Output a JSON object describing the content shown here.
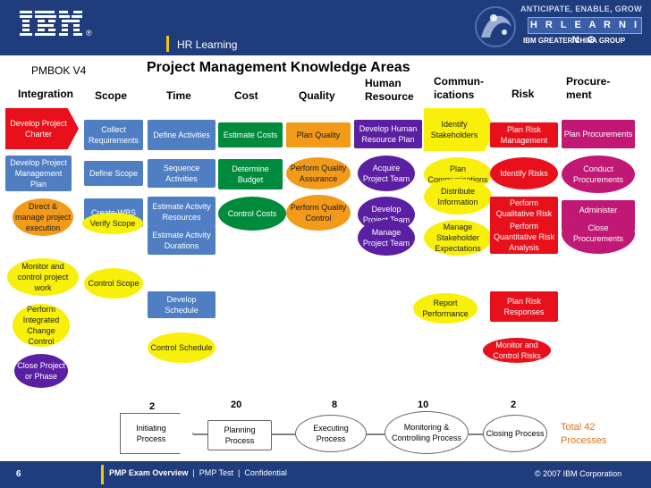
{
  "header": {
    "logo": "IBM",
    "title": "HR Learning",
    "tagline": "ANTICIPATE, ENABLE, GROW",
    "badge": "H R   L E A R N I N G",
    "group": "IBM GREATER CHINA GROUP"
  },
  "slide": {
    "corner_label": "PMBOK V4",
    "title": "Project Management Knowledge Areas"
  },
  "areas": [
    {
      "label": "Integration"
    },
    {
      "label": "Scope"
    },
    {
      "label": "Time"
    },
    {
      "label": "Cost"
    },
    {
      "label": "Quality"
    },
    {
      "label": "Human Resource"
    },
    {
      "label": "Commun-ications"
    },
    {
      "label": "Risk"
    },
    {
      "label": "Procure-ment"
    }
  ],
  "processes": [
    {
      "label": "Develop Project Charter",
      "group": "Initiating"
    },
    {
      "label": "Develop Project Management Plan",
      "group": "Planning"
    },
    {
      "label": "Direct & manage project execution",
      "group": "Executing"
    },
    {
      "label": "Monitor and control project work",
      "group": "Monitoring & Controlling"
    },
    {
      "label": "Perform Integrated Change Control",
      "group": "Monitoring & Controlling"
    },
    {
      "label": "Close Project or Phase",
      "group": "Closing"
    },
    {
      "label": "Collect Requirements",
      "group": "Planning"
    },
    {
      "label": "Define Scope",
      "group": "Planning"
    },
    {
      "label": "Create WBS",
      "group": "Planning"
    },
    {
      "label": "Verify Scope",
      "group": "Monitoring & Controlling"
    },
    {
      "label": "Control Scope",
      "group": "Monitoring & Controlling"
    },
    {
      "label": "Define Activities",
      "group": "Planning"
    },
    {
      "label": "Sequence Activities",
      "group": "Planning"
    },
    {
      "label": "Estimate Activity Resources",
      "group": "Planning"
    },
    {
      "label": "Estimate Activity Durations",
      "group": "Planning"
    },
    {
      "label": "Develop Schedule",
      "group": "Planning"
    },
    {
      "label": "Control Schedule",
      "group": "Monitoring & Controlling"
    },
    {
      "label": "Estimate Costs",
      "group": "Planning"
    },
    {
      "label": "Determine Budget",
      "group": "Planning"
    },
    {
      "label": "Control Costs",
      "group": "Monitoring & Controlling"
    },
    {
      "label": "Plan Quality",
      "group": "Planning"
    },
    {
      "label": "Perform Quality Assurance",
      "group": "Executing"
    },
    {
      "label": "Perform Quality Control",
      "group": "Monitoring & Controlling"
    },
    {
      "label": "Develop Human Resource Plan",
      "group": "Planning"
    },
    {
      "label": "Acquire Project Team",
      "group": "Executing"
    },
    {
      "label": "Develop Project Team",
      "group": "Executing"
    },
    {
      "label": "Manage Project Team",
      "group": "Executing"
    },
    {
      "label": "Identify Stakeholders",
      "group": "Initiating"
    },
    {
      "label": "Plan Communications",
      "group": "Planning"
    },
    {
      "label": "Distribute Information",
      "group": "Executing"
    },
    {
      "label": "Manage Stakeholder Expectations",
      "group": "Executing"
    },
    {
      "label": "Report Performance",
      "group": "Monitoring & Controlling"
    },
    {
      "label": "Plan Risk Management",
      "group": "Planning"
    },
    {
      "label": "Identify Risks",
      "group": "Planning"
    },
    {
      "label": "Perform Qualitative Risk Analysis",
      "group": "Planning"
    },
    {
      "label": "Perform Quantitative Risk Analysis",
      "group": "Planning"
    },
    {
      "label": "Plan Risk Responses",
      "group": "Planning"
    },
    {
      "label": "Monitor and Control Risks",
      "group": "Monitoring & Controlling"
    },
    {
      "label": "Plan Procurements",
      "group": "Planning"
    },
    {
      "label": "Conduct Procurements",
      "group": "Executing"
    },
    {
      "label": "Administer Procurements",
      "group": "Monitoring & Controlling"
    },
    {
      "label": "Close Procurements",
      "group": "Closing"
    }
  ],
  "process_groups": [
    {
      "label": "Initiating Process",
      "count": "2"
    },
    {
      "label": "Planning Process",
      "count": "20"
    },
    {
      "label": "Executing Process",
      "count": "8"
    },
    {
      "label": "Monitoring & Controlling Process",
      "count": "10"
    },
    {
      "label": "Closing Process",
      "count": "2"
    }
  ],
  "total": "Total 42 Processes",
  "colors": {
    "Initiating": "#e8101a",
    "Planning": "#4f7ec3",
    "Executing": "#f29a1a",
    "Monitoring & Controlling": "#f8f00a",
    "Closing": "#5a1fa2",
    "header_bg": "#1f3d7d",
    "accent": "#f5c400"
  },
  "footer": {
    "page": "6",
    "course": "PMP Exam Overview",
    "sep1": "|",
    "test": "PMP Test",
    "sep2": "|",
    "confidential": "Confidential",
    "copyright": "© 2007 IBM Corporation"
  }
}
